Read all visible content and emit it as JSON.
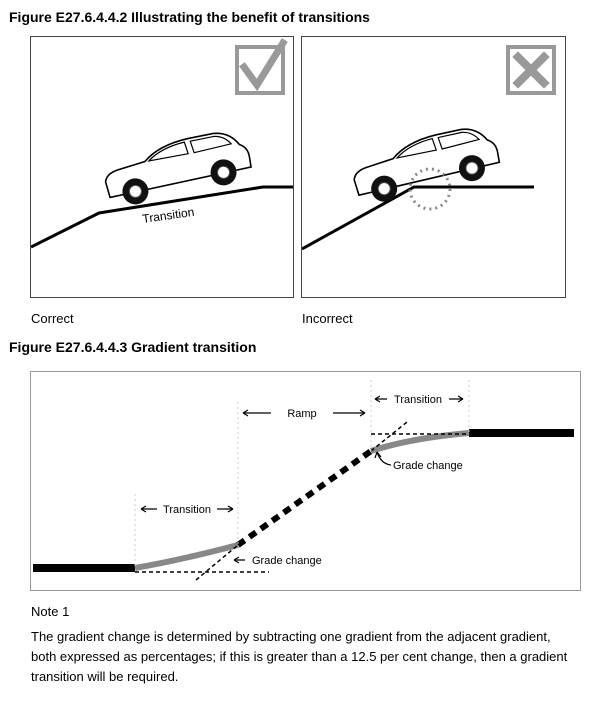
{
  "figure1": {
    "title": "Figure E27.6.4.4.2 Illustrating the benefit of transitions",
    "left_panel": {
      "caption": "Correct",
      "road_label": "Transition",
      "status_icon": "check-box-icon"
    },
    "right_panel": {
      "caption": "Incorrect",
      "status_icon": "cross-box-icon"
    }
  },
  "figure2": {
    "title": "Figure E27.6.4.4.3 Gradient transition",
    "labels": {
      "transition_left": "Transition",
      "ramp": "Ramp",
      "transition_right": "Transition",
      "grade_change_lower": "Grade change",
      "grade_change_upper": "Grade change"
    }
  },
  "note": {
    "label": "Note 1",
    "text": "The gradient change is determined by subtracting one gradient from the adjacent gradient, both expressed as percentages; if this is greater than a 12.5 per cent change, then a gradient transition will be required."
  }
}
